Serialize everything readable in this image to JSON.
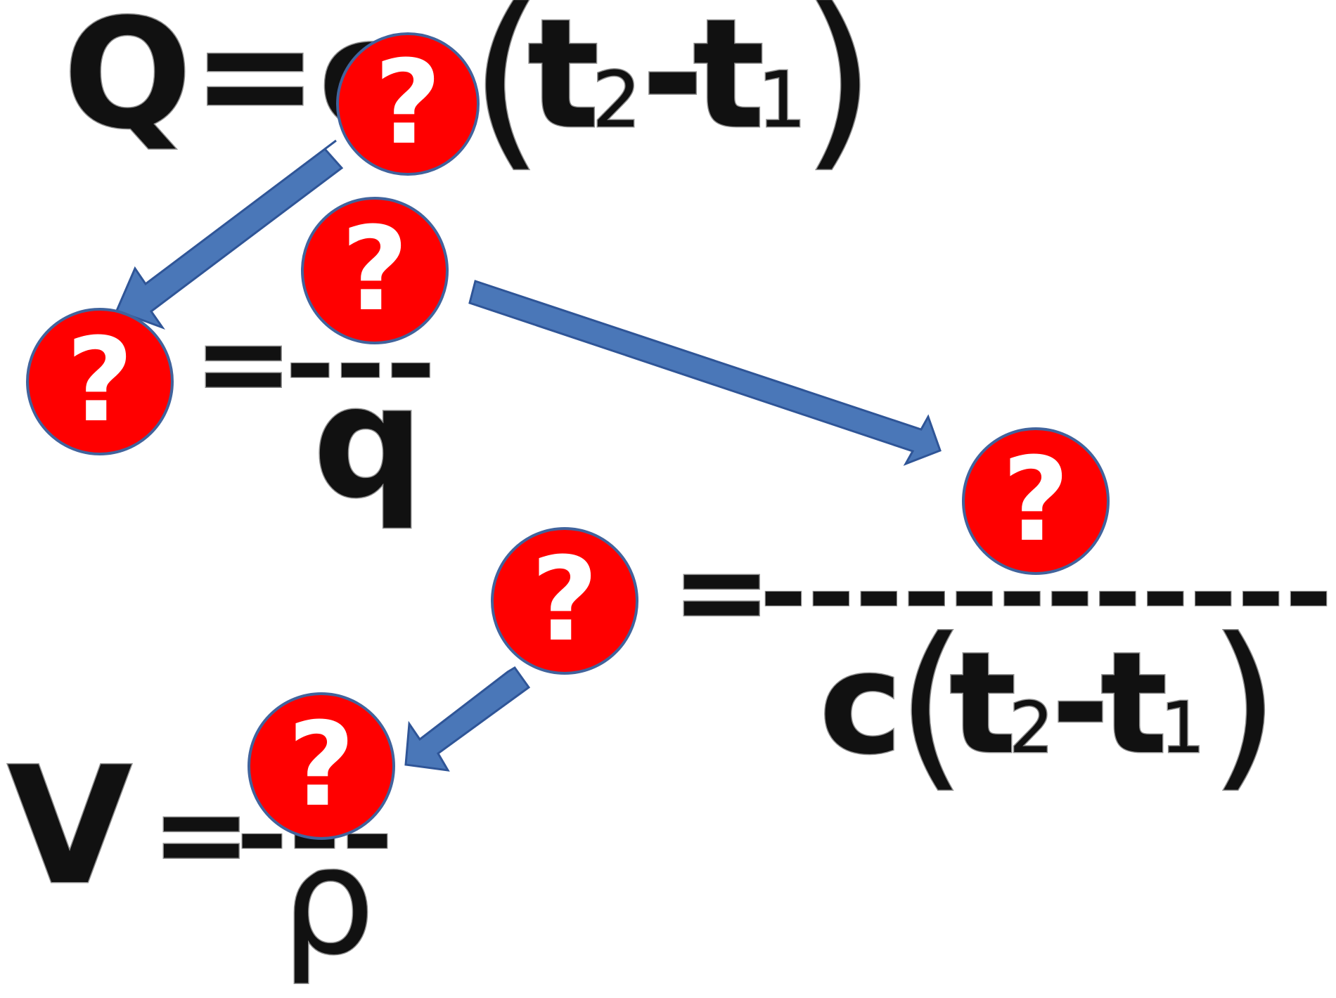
{
  "colors": {
    "background": "#ffffff",
    "text": "#111111",
    "text_outline": "#8c8c8c",
    "arrow_fill": "#4a77b8",
    "arrow_edge": "#2f5597",
    "badge_fill": "#ff0000",
    "badge_edge": "#41639c",
    "badge_glyph": "#ffffff"
  },
  "badge_symbol": "?",
  "formula_top": {
    "lhs": "Q=c",
    "paren_open": "(",
    "t2": "t",
    "sub2": "2",
    "minus": "-",
    "t1": "t",
    "sub1": "1",
    "paren_close": ")"
  },
  "formula_middle": {
    "eq": "=",
    "bar": "---",
    "denominator": "q"
  },
  "formula_right": {
    "eq": "=",
    "bar": "------------",
    "denominator_c": "c",
    "paren_open": "(",
    "t2": "t",
    "sub2": "2",
    "minus": "-",
    "t1": "t",
    "sub1": "1",
    "paren_close": ")"
  },
  "formula_bottom": {
    "lhs": "V",
    "eq": "=",
    "bar": "---",
    "denominator": "ρ"
  },
  "arrow_icons": [
    "arrow-right-down-icon",
    "arrow-left-down-icon"
  ],
  "question_icons": [
    "question-mark-icon"
  ]
}
